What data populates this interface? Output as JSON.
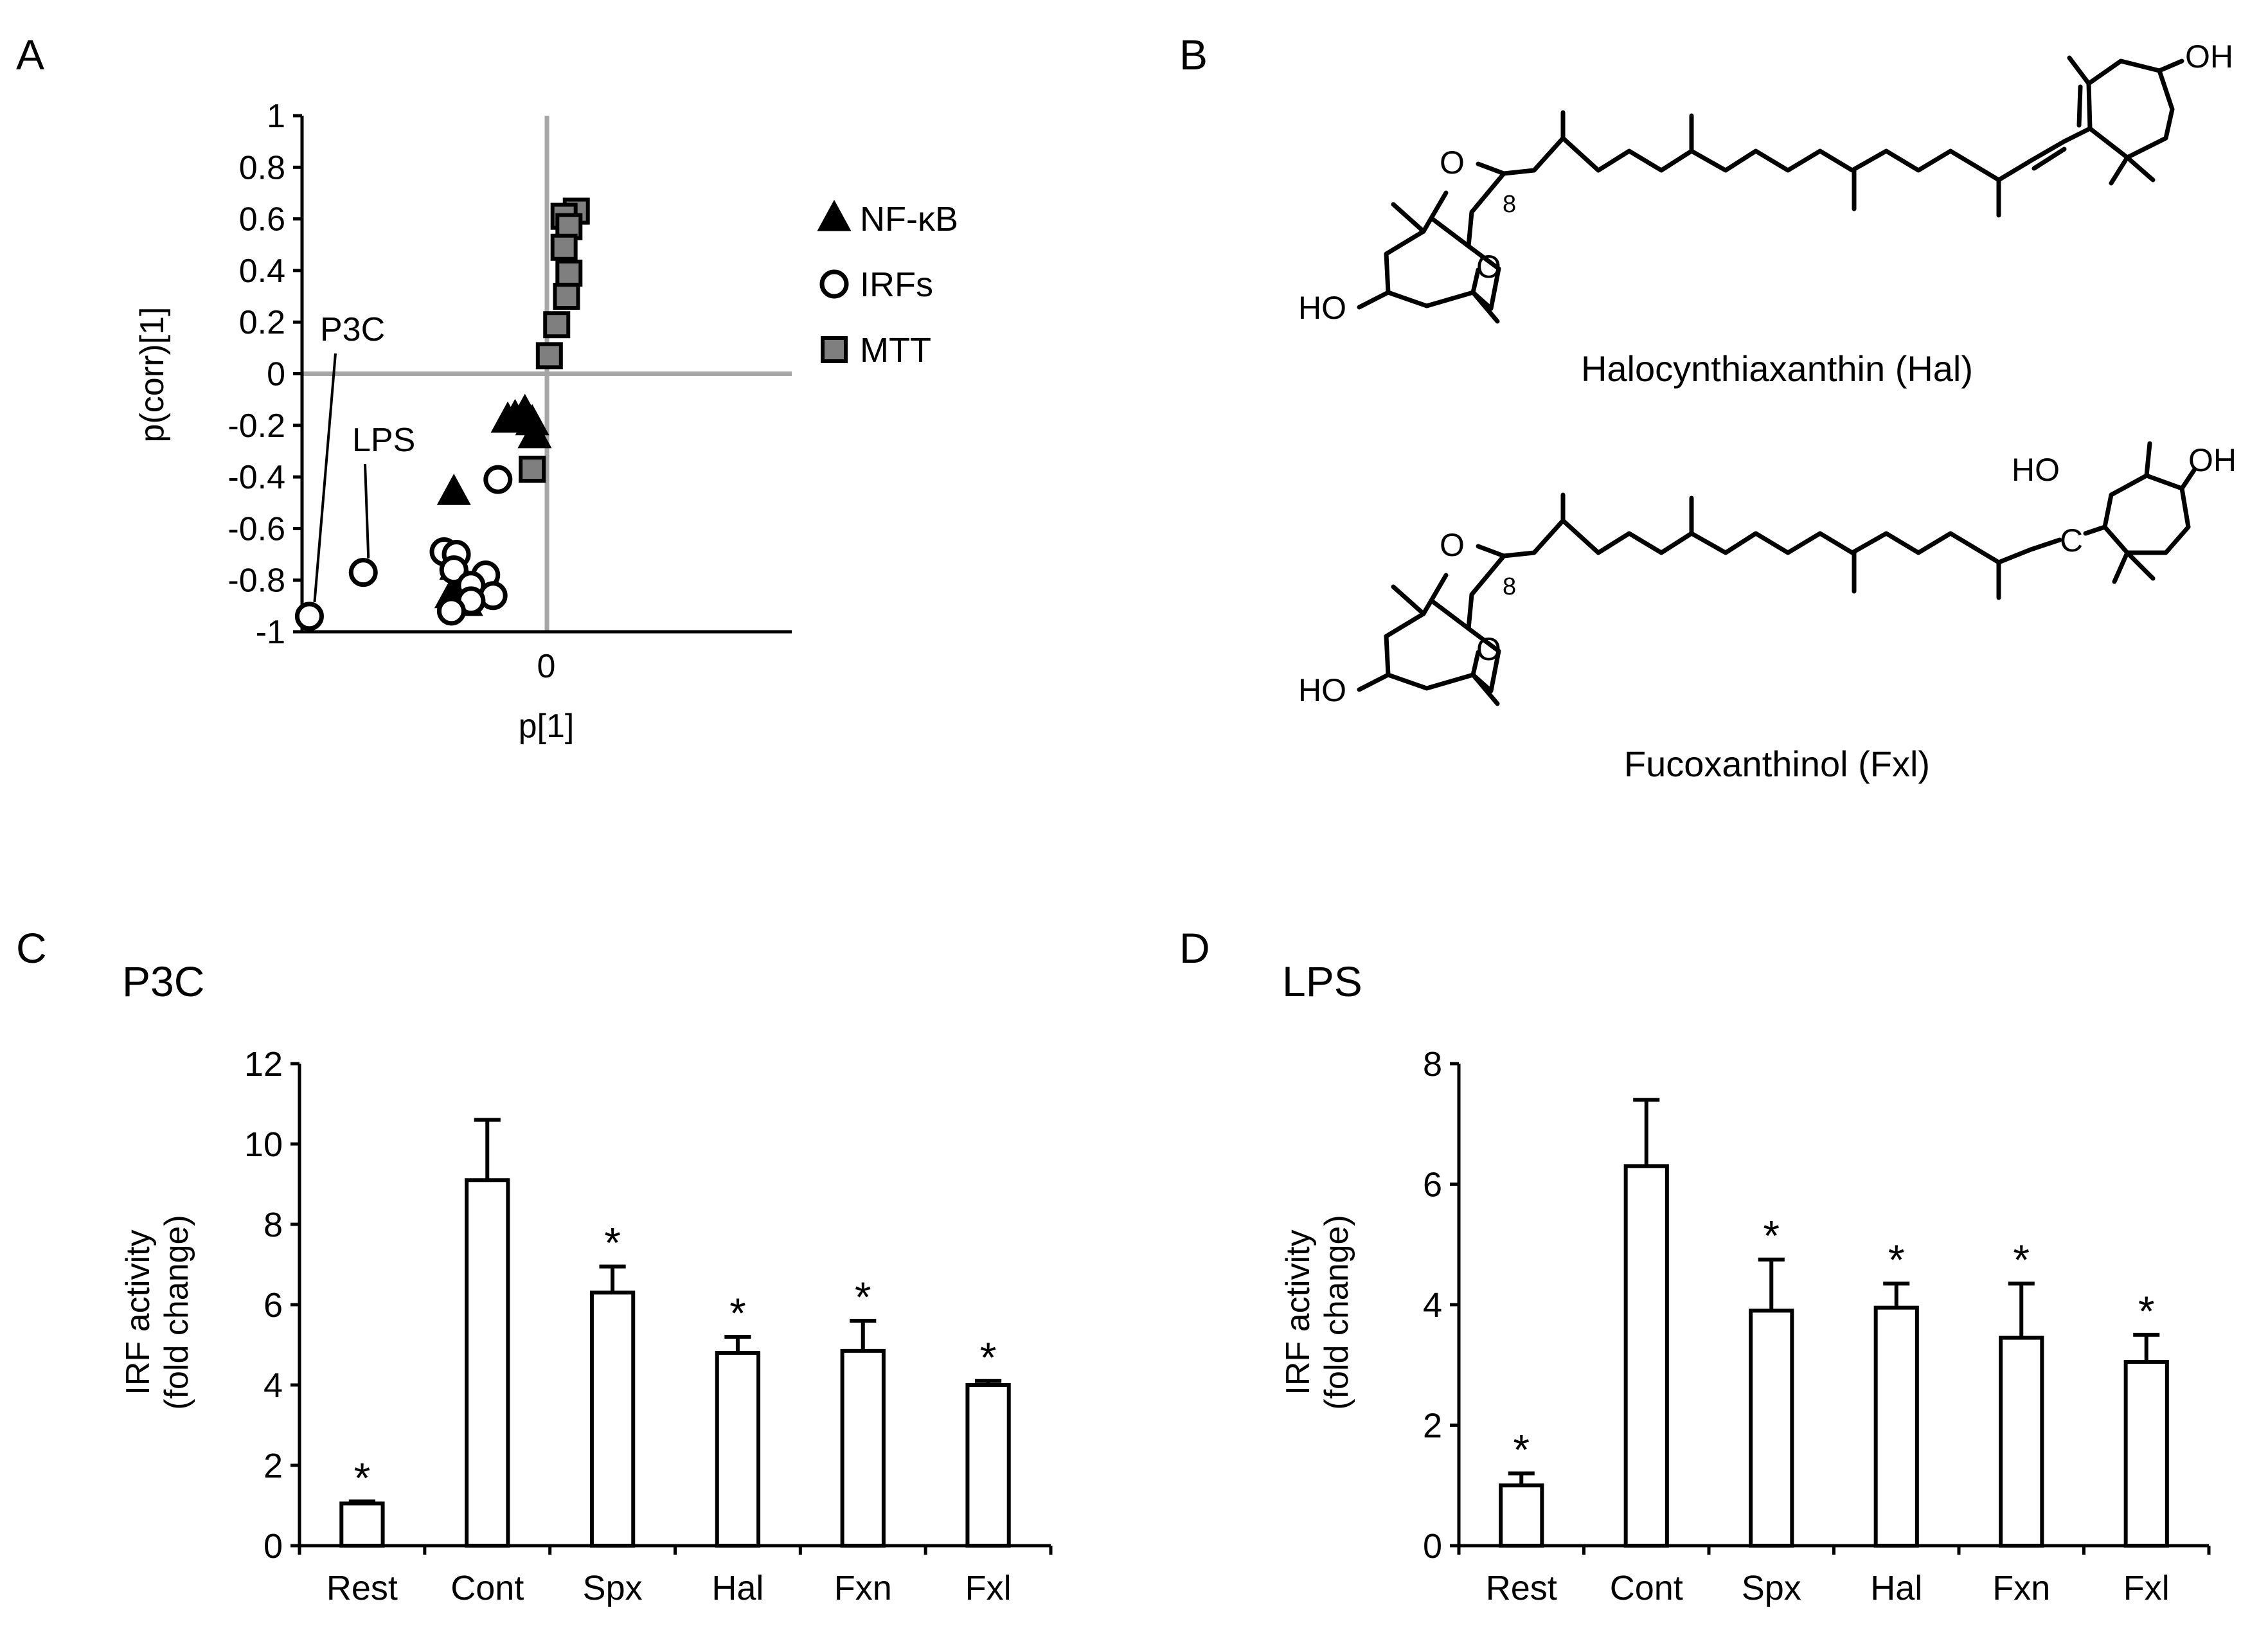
{
  "panels": {
    "a": {
      "letter": "A",
      "xlabel": "p[1]",
      "ylabel": "p(corr)[1]",
      "x_zero_label": "0",
      "annotations": [
        "P3C",
        "LPS"
      ],
      "legend": [
        {
          "label": "NF-κB",
          "marker": "triangle",
          "color": "#000000"
        },
        {
          "label": "IRFs",
          "marker": "circle-open",
          "color": "#ffffff"
        },
        {
          "label": "MTT",
          "marker": "square",
          "color": "#7f7f7f"
        }
      ]
    },
    "b": {
      "letter": "B",
      "compounds": [
        {
          "name": "Halocynthiaxanthin (Hal)",
          "terminal_group": "acetylenic cyclohexenyl",
          "labels": {
            "ketone_o": "O",
            "c8": "8",
            "epoxide_o": "O",
            "left_oh": "HO",
            "right_oh": "OH"
          }
        },
        {
          "name": "Fucoxanthinol (Fxl)",
          "terminal_group": "allenic cyclohexanol",
          "labels": {
            "ketone_o": "O",
            "c8": "8",
            "epoxide_o": "O",
            "left_oh": "HO",
            "right_oh": "OH",
            "ring_oh": "HO",
            "allene_c": "C"
          }
        }
      ]
    },
    "c": {
      "letter": "C",
      "title": "P3C",
      "ylabel_line1": "IRF activity",
      "ylabel_line2": "(fold change)"
    },
    "d": {
      "letter": "D",
      "title": "LPS",
      "ylabel_line1": "IRF activity",
      "ylabel_line2": "(fold change)"
    }
  },
  "chart_data": [
    {
      "panel": "A",
      "type": "scatter",
      "xlabel": "p[1]",
      "ylabel": "p(corr)[1]",
      "xlim": [
        -1,
        1
      ],
      "ylim": [
        -1,
        1
      ],
      "yticks": [
        1,
        0.8,
        0.6,
        0.4,
        0.2,
        0,
        -0.2,
        -0.4,
        -0.6,
        -0.8,
        -1
      ],
      "xticks": [
        0
      ],
      "reference_lines": {
        "x": 0,
        "y": 0
      },
      "legend_position": "right",
      "series": [
        {
          "name": "NF-κB",
          "marker": "triangle",
          "points": [
            [
              -0.16,
              -0.18
            ],
            [
              -0.13,
              -0.17
            ],
            [
              -0.09,
              -0.15
            ],
            [
              -0.06,
              -0.19
            ],
            [
              -0.05,
              -0.24
            ],
            [
              -0.38,
              -0.46
            ],
            [
              -0.37,
              -0.75
            ],
            [
              -0.34,
              -0.8
            ],
            [
              -0.39,
              -0.86
            ],
            [
              -0.33,
              -0.89
            ],
            [
              -0.3,
              -0.84
            ]
          ]
        },
        {
          "name": "IRFs",
          "marker": "circle-open",
          "points": [
            [
              -0.97,
              -0.94
            ],
            [
              -0.75,
              -0.77
            ],
            [
              -0.42,
              -0.69
            ],
            [
              -0.37,
              -0.7
            ],
            [
              -0.38,
              -0.76
            ],
            [
              -0.25,
              -0.78
            ],
            [
              -0.31,
              -0.82
            ],
            [
              -0.22,
              -0.86
            ],
            [
              -0.31,
              -0.88
            ],
            [
              -0.39,
              -0.92
            ],
            [
              -0.2,
              -0.41
            ]
          ]
        },
        {
          "name": "MTT",
          "marker": "square",
          "points": [
            [
              0.12,
              0.63
            ],
            [
              0.07,
              0.61
            ],
            [
              0.09,
              0.57
            ],
            [
              0.07,
              0.49
            ],
            [
              0.09,
              0.39
            ],
            [
              0.08,
              0.3
            ],
            [
              0.04,
              0.19
            ],
            [
              0.01,
              0.07
            ],
            [
              -0.06,
              -0.37
            ]
          ]
        }
      ],
      "annotations": [
        {
          "text": "P3C",
          "points_to": [
            -0.97,
            -0.94
          ]
        },
        {
          "text": "LPS",
          "points_to": [
            -0.75,
            -0.77
          ]
        }
      ]
    },
    {
      "panel": "C",
      "type": "bar",
      "title": "P3C",
      "ylabel": "IRF activity (fold change)",
      "categories": [
        "Rest",
        "Cont",
        "Spx",
        "Hal",
        "Fxn",
        "Fxl"
      ],
      "values": [
        1.05,
        9.1,
        6.3,
        4.8,
        4.85,
        4.0
      ],
      "errors": [
        0.05,
        1.5,
        0.65,
        0.4,
        0.75,
        0.1
      ],
      "significant": [
        true,
        false,
        true,
        true,
        true,
        true
      ],
      "significance_marker": "*",
      "ylim": [
        0,
        12
      ],
      "yticks": [
        0,
        2,
        4,
        6,
        8,
        10,
        12
      ]
    },
    {
      "panel": "D",
      "type": "bar",
      "title": "LPS",
      "ylabel": "IRF activity (fold change)",
      "categories": [
        "Rest",
        "Cont",
        "Spx",
        "Hal",
        "Fxn",
        "Fxl"
      ],
      "values": [
        1.0,
        6.3,
        3.9,
        3.95,
        3.45,
        3.05
      ],
      "errors": [
        0.2,
        1.1,
        0.85,
        0.4,
        0.9,
        0.45
      ],
      "significant": [
        true,
        false,
        true,
        true,
        true,
        true
      ],
      "significance_marker": "*",
      "ylim": [
        0,
        8
      ],
      "yticks": [
        0,
        2,
        4,
        6,
        8
      ]
    }
  ]
}
